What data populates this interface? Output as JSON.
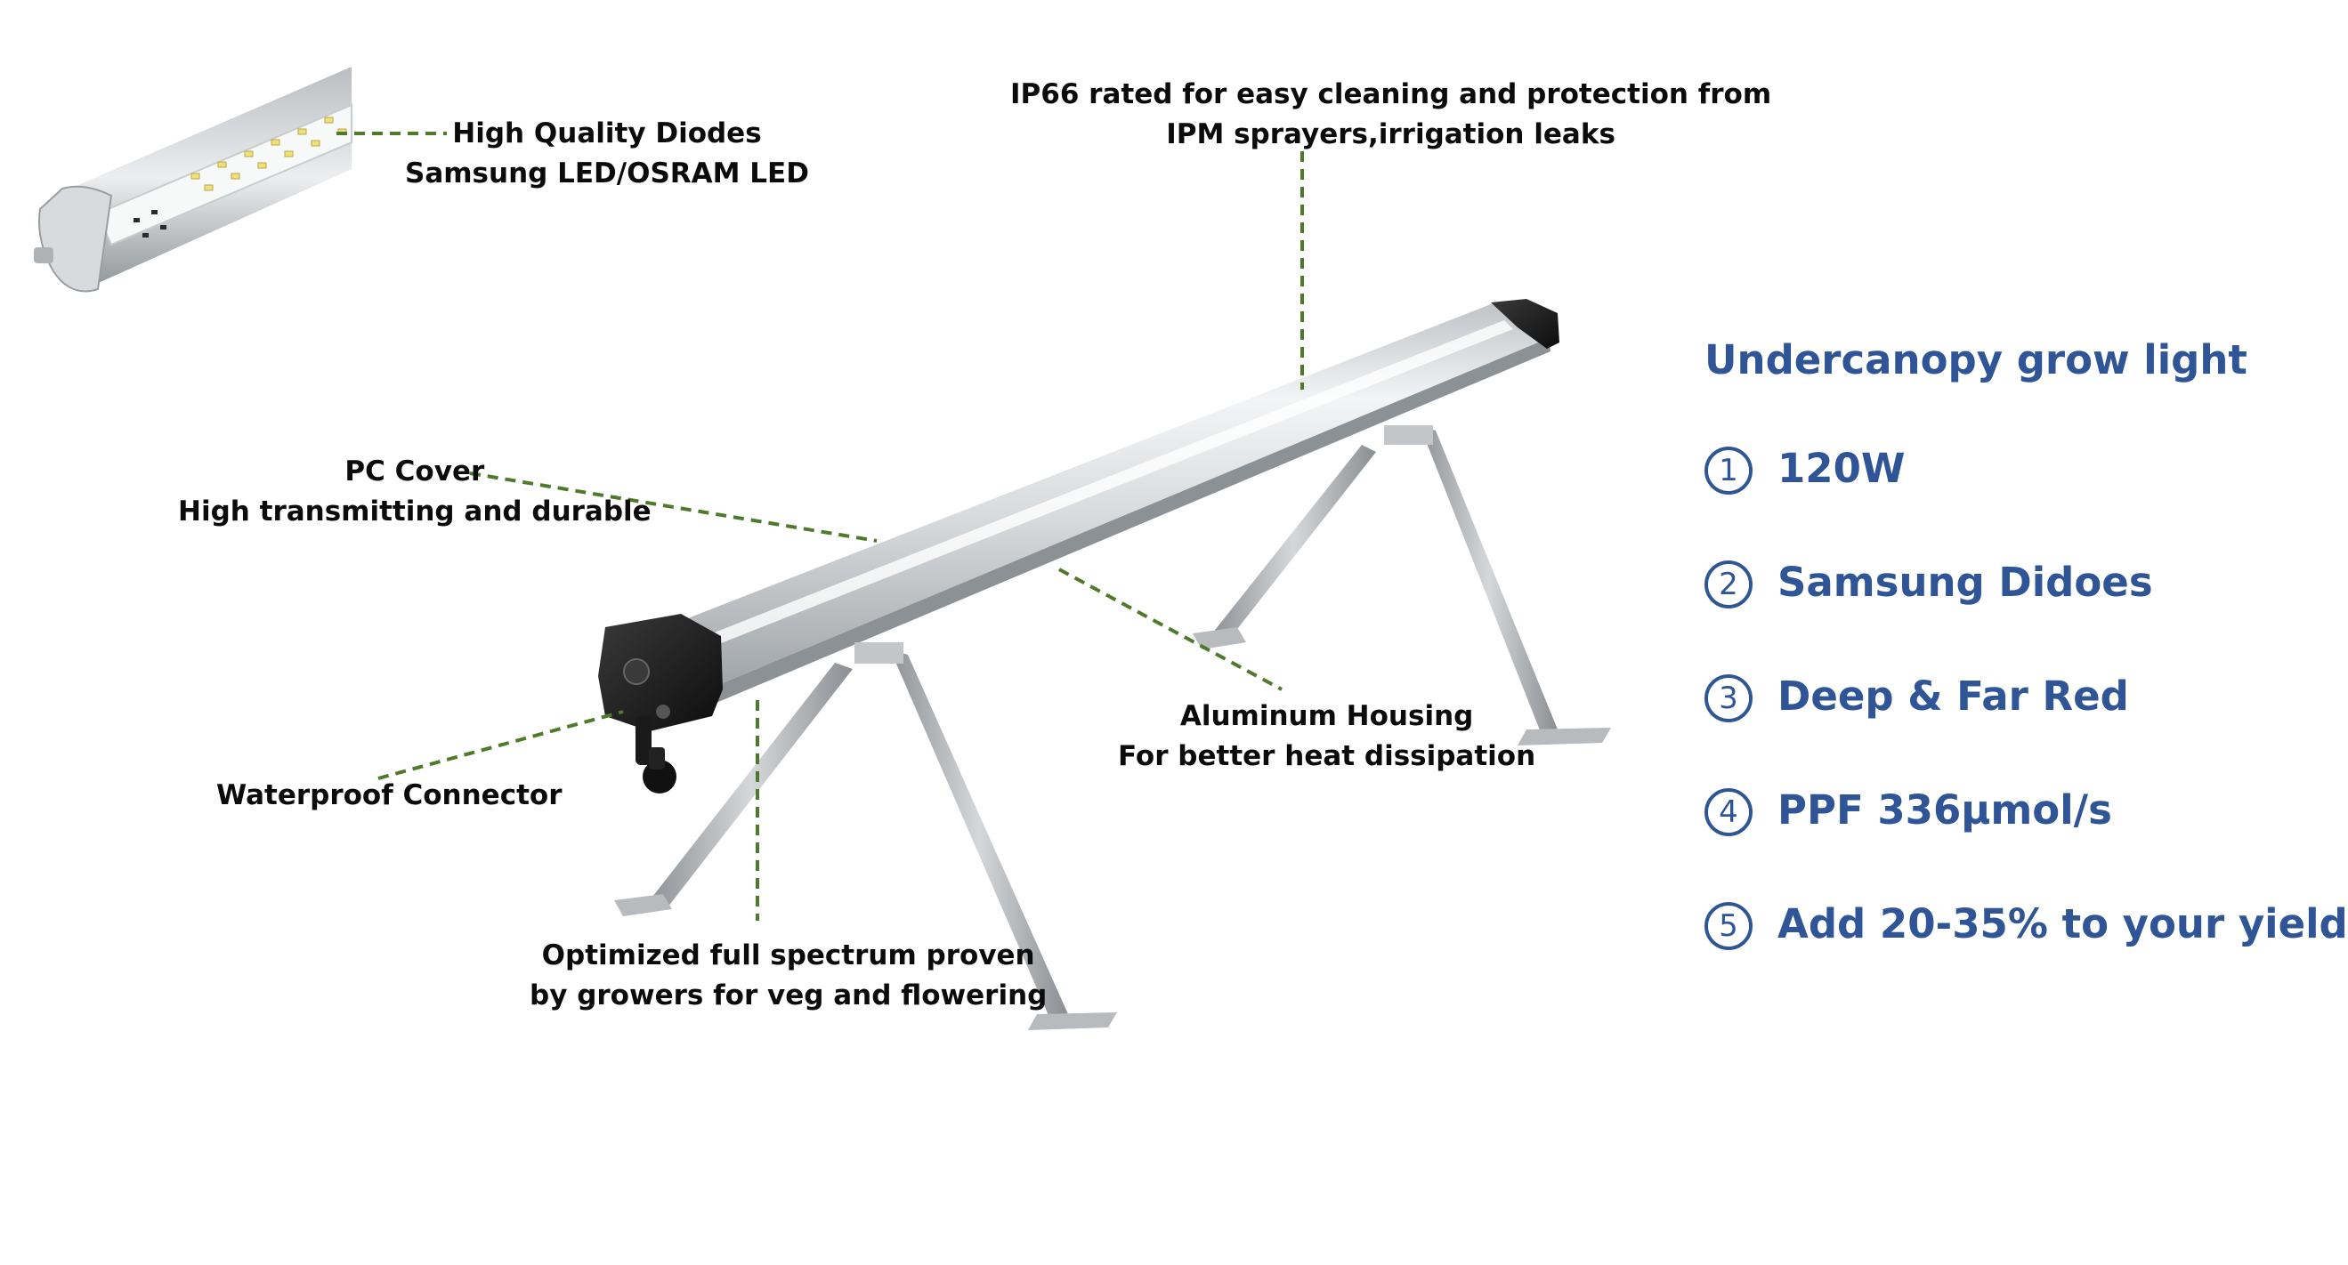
{
  "callouts": {
    "diodes": {
      "line1": "High Quality Diodes",
      "line2": "Samsung LED/OSRAM LED"
    },
    "ip66": {
      "line1": "IP66 rated for easy cleaning and protection from",
      "line2": "IPM sprayers,irrigation leaks"
    },
    "pc_cover": {
      "line1": "PC Cover",
      "line2": "High transmitting and durable"
    },
    "housing": {
      "line1": "Aluminum Housing",
      "line2": "For better heat dissipation"
    },
    "connector": {
      "line1": "Waterproof Connector"
    },
    "spectrum": {
      "line1": "Optimized full spectrum proven",
      "line2": "by growers for veg and flowering"
    }
  },
  "specs": {
    "title": "Undercanopy grow light",
    "items": [
      {
        "num": "1",
        "text": "120W"
      },
      {
        "num": "2",
        "text": "Samsung Didoes"
      },
      {
        "num": "3",
        "text": "Deep & Far Red"
      },
      {
        "num": "4",
        "text": "PPF 336µmol/s"
      },
      {
        "num": "5",
        "text": "Add 20-35% to your yield"
      }
    ]
  },
  "colors": {
    "leader_line": "#4f7a2c",
    "spec_text": "#2f5597",
    "callout_text": "#0b0b0b"
  }
}
